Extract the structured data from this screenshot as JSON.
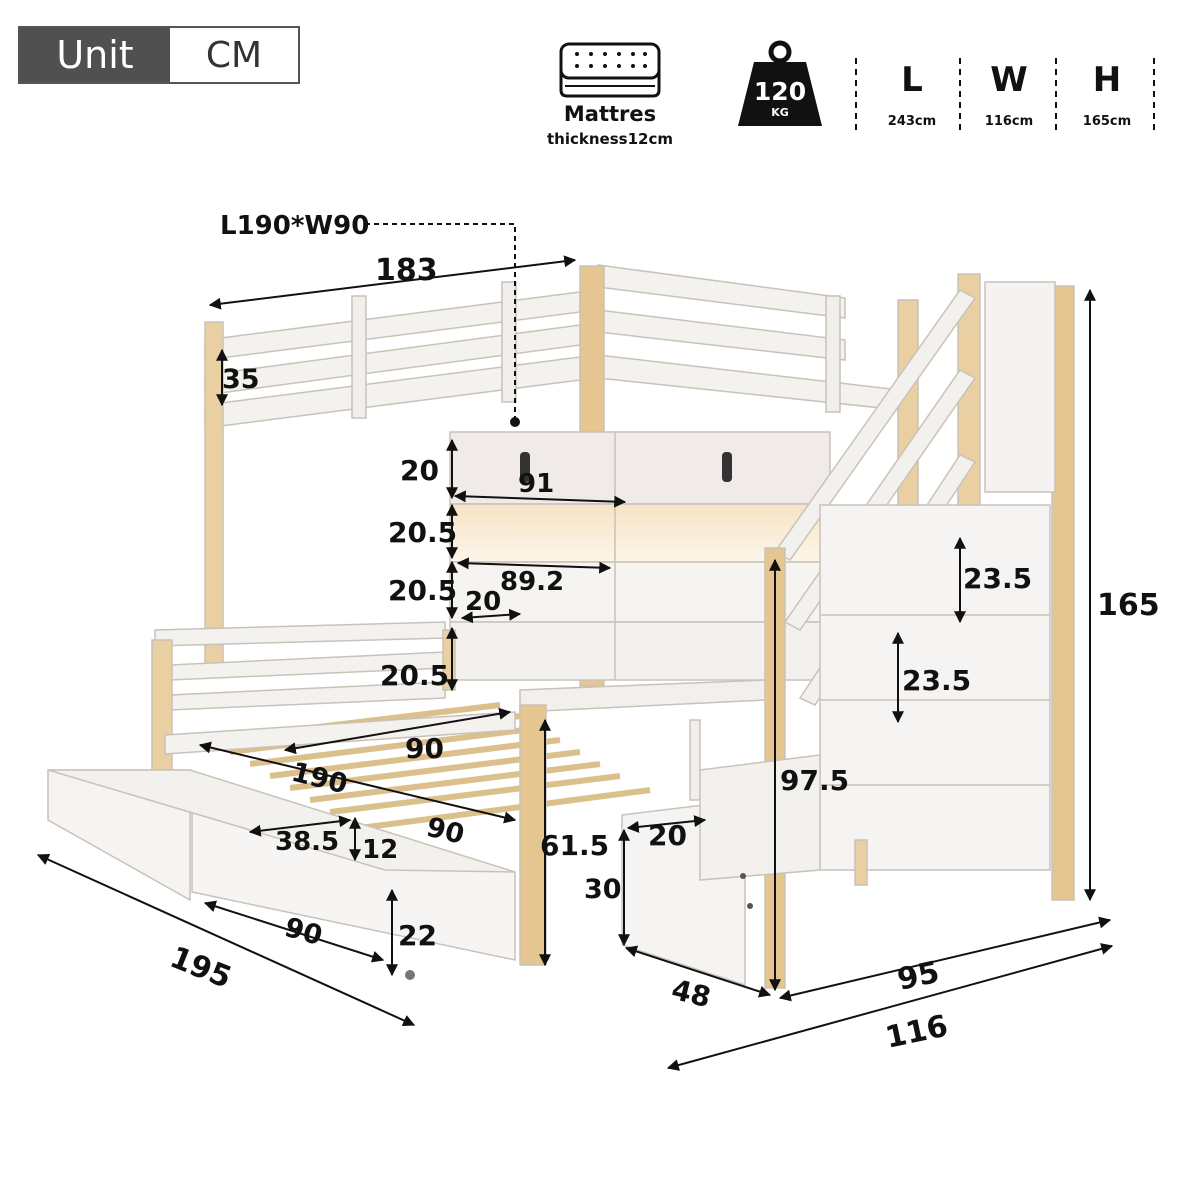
{
  "header": {
    "unit_label": "Unit",
    "unit_value": "CM",
    "mattress_title": "Mattres",
    "mattress_sub": "thickness12cm",
    "weight_value": "120",
    "weight_unit": "KG",
    "specs": [
      {
        "letter": "L",
        "value": "243cm"
      },
      {
        "letter": "W",
        "value": "116cm"
      },
      {
        "letter": "H",
        "value": "165cm"
      }
    ]
  },
  "dimensions": {
    "mattress_size": "L190*W90",
    "top_length": "183",
    "top_rail": "35",
    "shelf_1": "20",
    "shelf_2": "20.5",
    "shelf_3": "20.5",
    "shelf_4": "20.5",
    "shelf_width": "91",
    "shelf_inner": "89.2",
    "shelf_depth": "20",
    "stair_1": "23.5",
    "stair_2": "23.5",
    "total_height": "165",
    "bottom_width": "90",
    "bottom_length": "190",
    "drawer_bed_width": "90",
    "stair_height": "97.5",
    "post_height": "61.5",
    "drawer_inner": "38.5",
    "drawer_depth": "12",
    "cabinet_depth": "20",
    "cabinet_height": "30",
    "drawer_width": "90",
    "drawer_height": "22",
    "total_length": "195",
    "cabinet_width": "48",
    "stair_width": "95",
    "total_width": "116"
  }
}
